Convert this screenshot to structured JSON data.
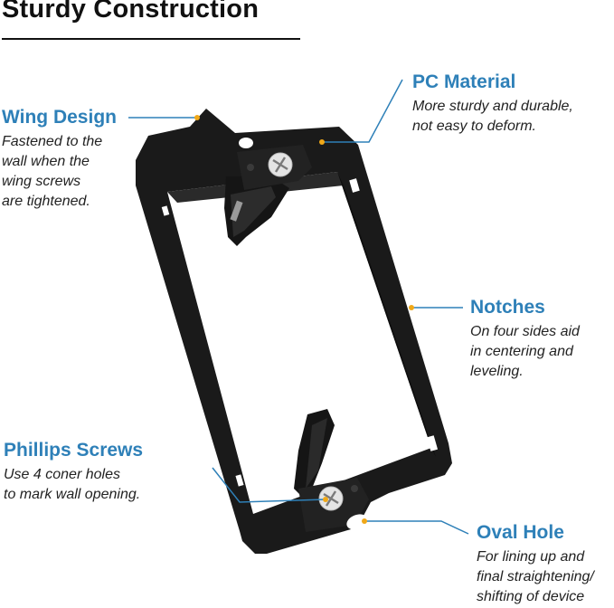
{
  "title": "Sturdy Construction",
  "colors": {
    "accent": "#2e80b8",
    "dot": "#f0a818",
    "frame": "#1a1a1a"
  },
  "callouts": {
    "wing": {
      "heading": "Wing Design",
      "lines": [
        "Fastened to the",
        "wall when the",
        "wing screws",
        "are tightened."
      ]
    },
    "pc": {
      "heading": "PC Material",
      "lines": [
        "More sturdy and durable,",
        "not easy to deform."
      ]
    },
    "notch": {
      "heading": "Notches",
      "lines": [
        "On four sides aid",
        "in centering and",
        "leveling."
      ]
    },
    "screw": {
      "heading": "Phillips Screws",
      "lines": [
        "Use 4 coner holes",
        "to mark wall opening."
      ]
    },
    "oval": {
      "heading": "Oval Hole",
      "lines": [
        "For lining up and",
        "final straightening/",
        "shifting of device"
      ]
    }
  }
}
